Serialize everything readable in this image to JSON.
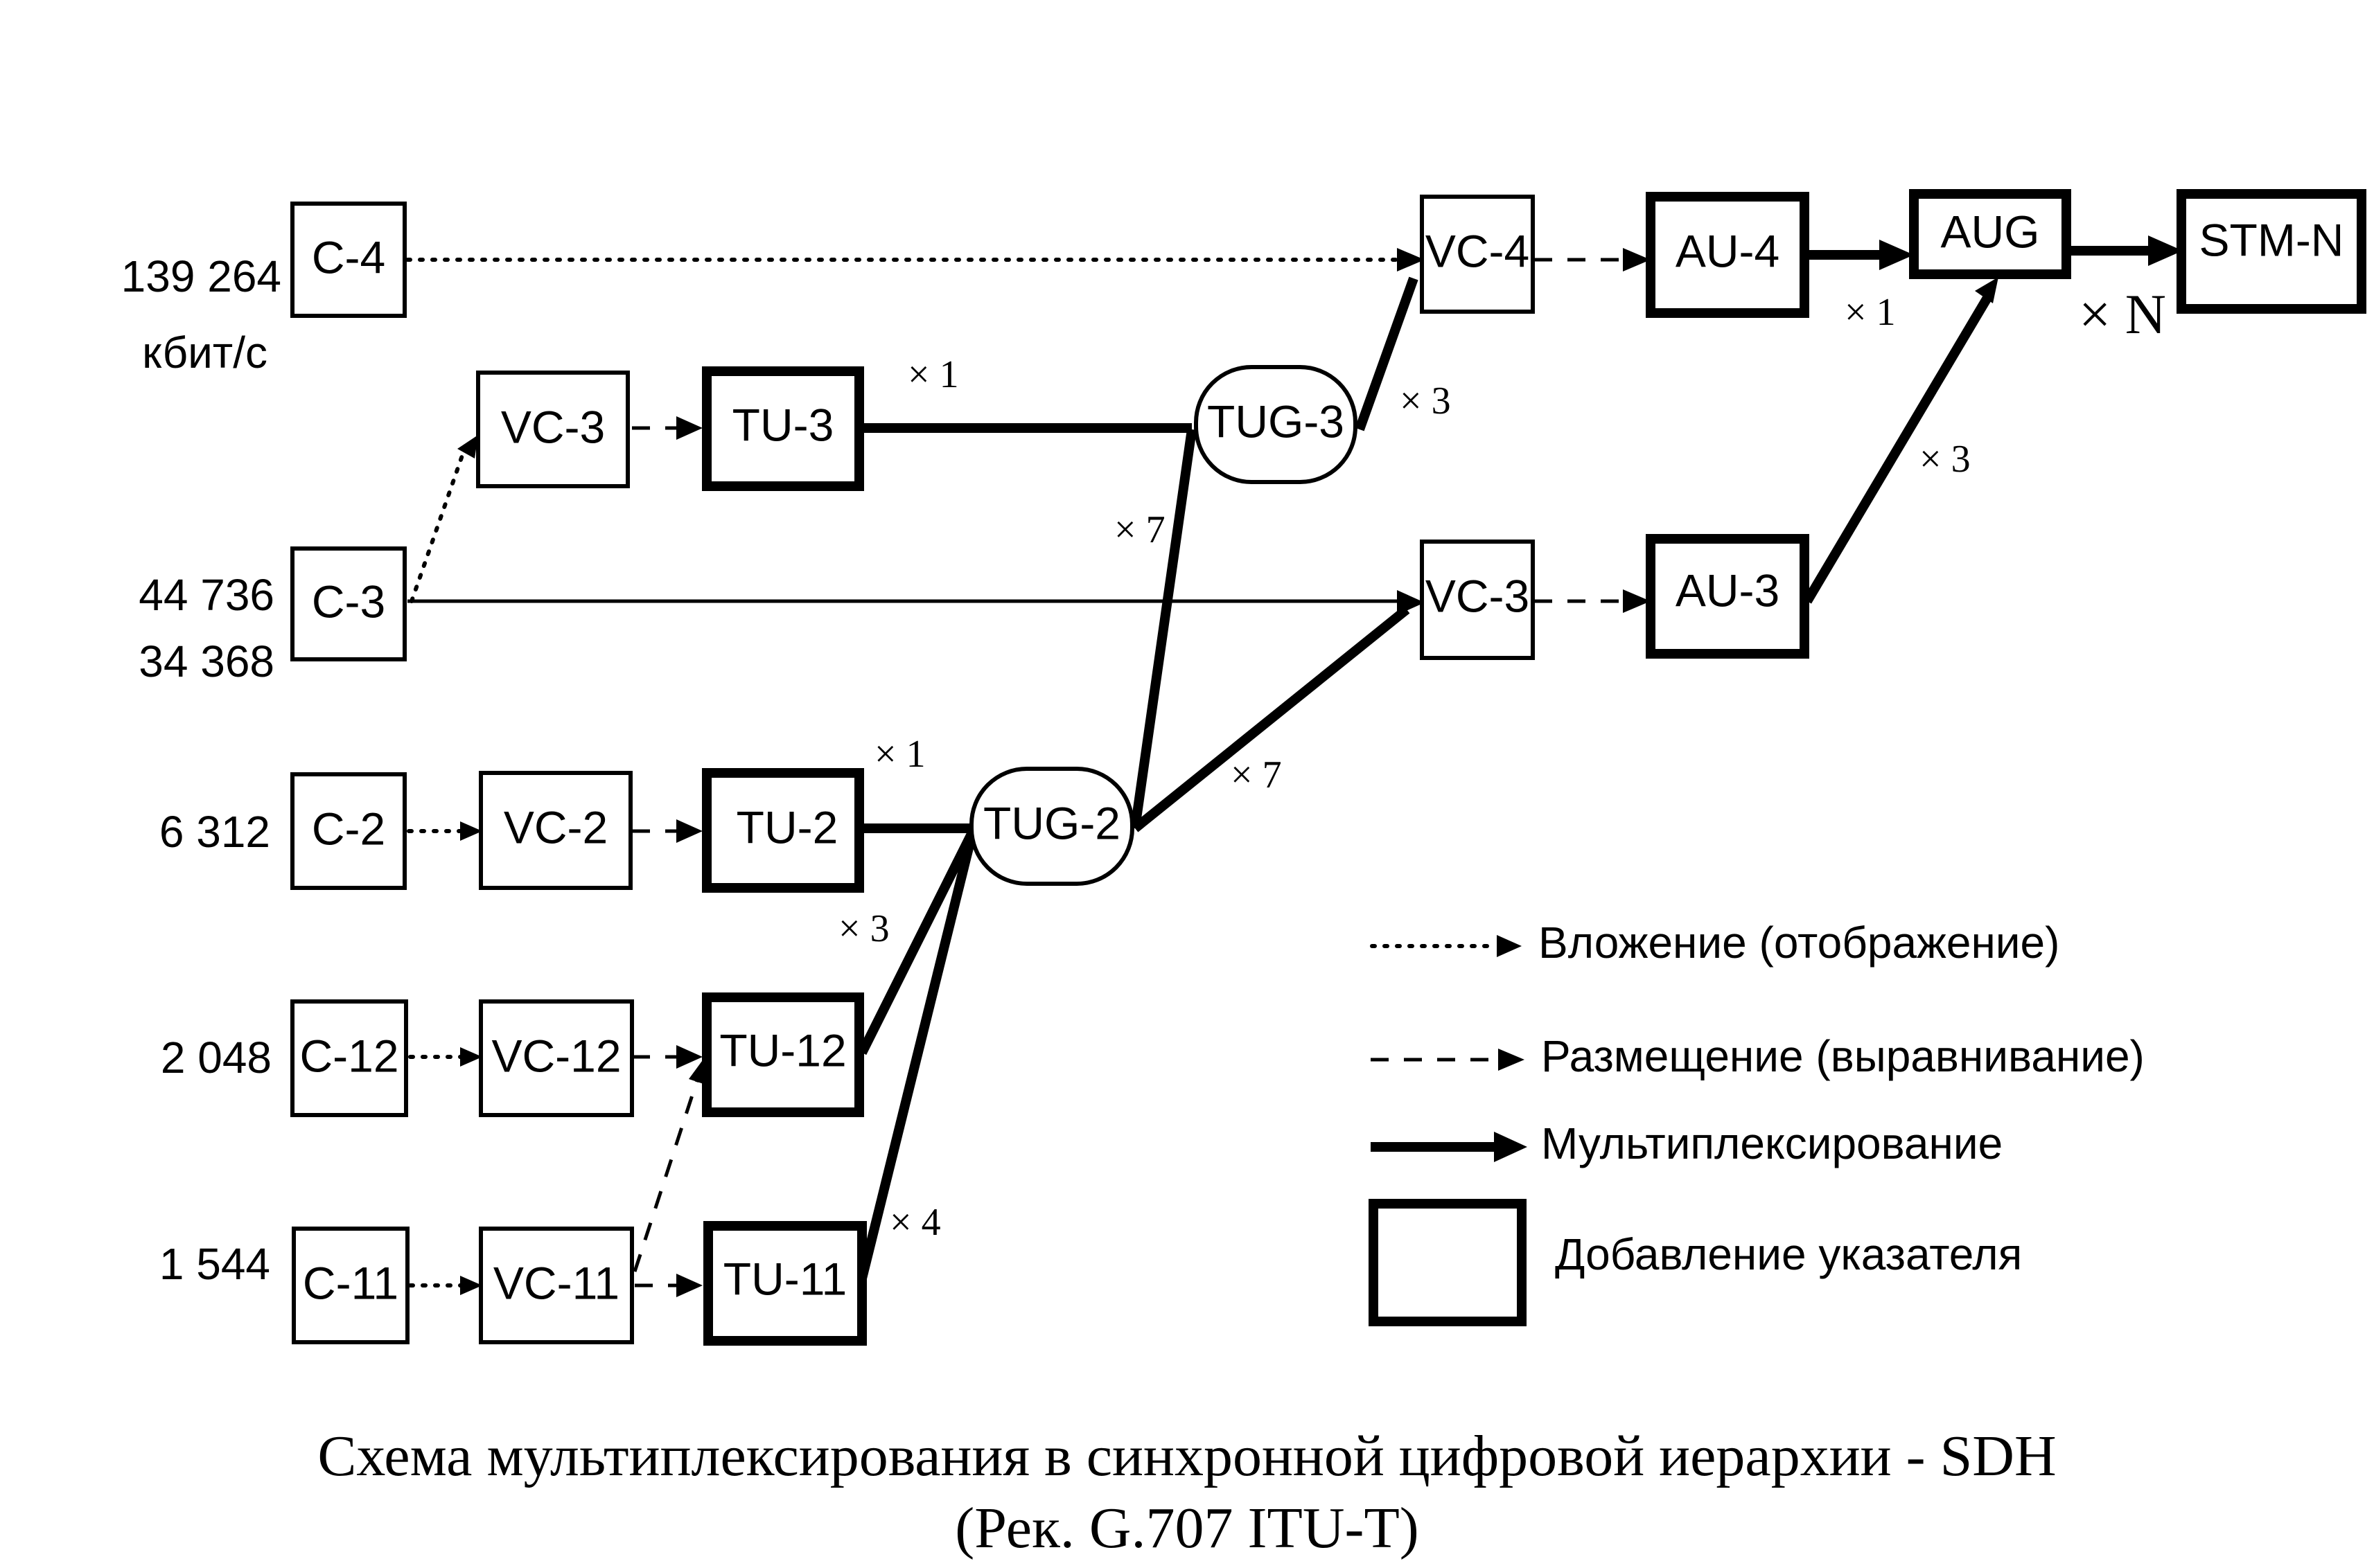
{
  "rates": {
    "c4_line1": "139 264",
    "c4_line2": "кбит/с",
    "c3_line1": "44 736",
    "c3_line2": "34 368",
    "c2": "6 312",
    "c12": "2 048",
    "c11": "1 544"
  },
  "blocks": {
    "c4": "C-4",
    "c3": "C-3",
    "c2": "C-2",
    "c12": "C-12",
    "c11": "C-11",
    "vc3_low": "VC-3",
    "vc2": "VC-2",
    "vc12": "VC-12",
    "vc11": "VC-11",
    "tu3": "TU-3",
    "tu2": "TU-2",
    "tu12": "TU-12",
    "tu11": "TU-11",
    "tug3": "TUG-3",
    "tug2": "TUG-2",
    "vc4": "VC-4",
    "vc3_high": "VC-3",
    "au4": "AU-4",
    "au3": "AU-3",
    "aug": "AUG",
    "stm": "STM-N"
  },
  "multipliers": {
    "tu3_to_tug3": "× 1",
    "tug2_to_tug3": "× 7",
    "tug3_to_vc4": "× 3",
    "au4_to_aug": "× 1",
    "au3_to_aug": "× 3",
    "aug_to_stm": "× N",
    "tu2_to_tug2": "× 1",
    "tu12_to_tug2": "× 3",
    "tu11_to_tug2": "× 4",
    "tug2_to_vc3": "× 7"
  },
  "legend": {
    "mapping": "Вложение (отображение)",
    "aligning": "Размещение (выравнивание)",
    "multiplexing": "Мультиплексирование",
    "pointer": "Добавление указателя"
  },
  "caption": {
    "line1": "Схема мультиплексирования в синхронной цифровой иерархии - SDH",
    "line2": "(Рек. G.707 ITU-T)"
  }
}
